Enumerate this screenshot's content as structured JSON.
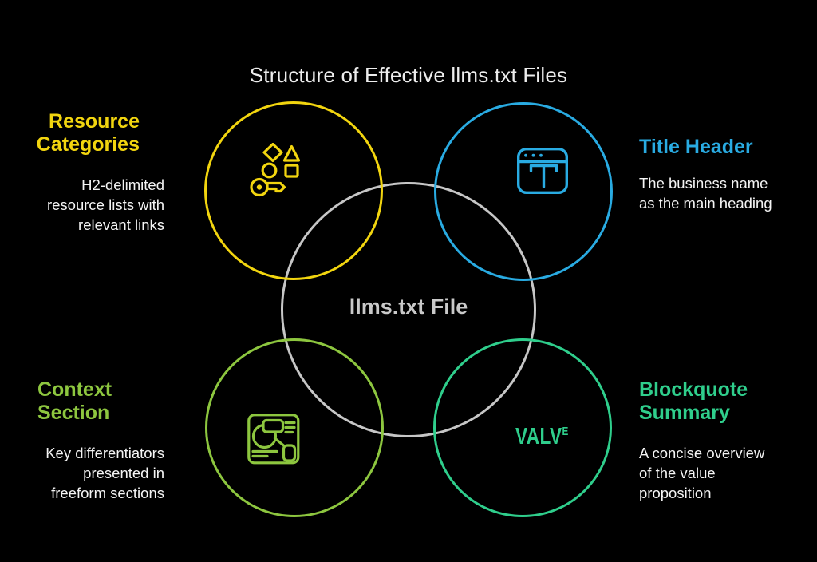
{
  "title": "Structure of Effective llms.txt Files",
  "center_label": "llms.txt File",
  "colors": {
    "yellow": "#F2D50F",
    "blue": "#29ABE2",
    "green": "#8DC63F",
    "emerald": "#2FCE8C",
    "gray": "#C6C6C6",
    "background": "#000000",
    "text": "#F4F4F4",
    "title": "#EDEDED",
    "center-text": "#C9C9C9"
  },
  "sections": {
    "resource_categories": {
      "heading": "Resource\nCategories",
      "body": "H2-delimited\nresource lists with\nrelevant links",
      "icon": "shapes-and-key-icon"
    },
    "title_header": {
      "heading": "Title Header",
      "body": "The business name\nas the main heading",
      "icon": "browser-window-title-icon"
    },
    "context_section": {
      "heading": "Context\nSection",
      "body": "Key differentiators\npresented in\nfreeform sections",
      "icon": "document-analysis-icon"
    },
    "blockquote_summary": {
      "heading": "Blockquote\nSummary",
      "body": "A concise overview\nof the value\nproposition",
      "icon": "valve-wordmark"
    }
  },
  "wordmark": {
    "text": "VALV",
    "superscript": "E"
  }
}
